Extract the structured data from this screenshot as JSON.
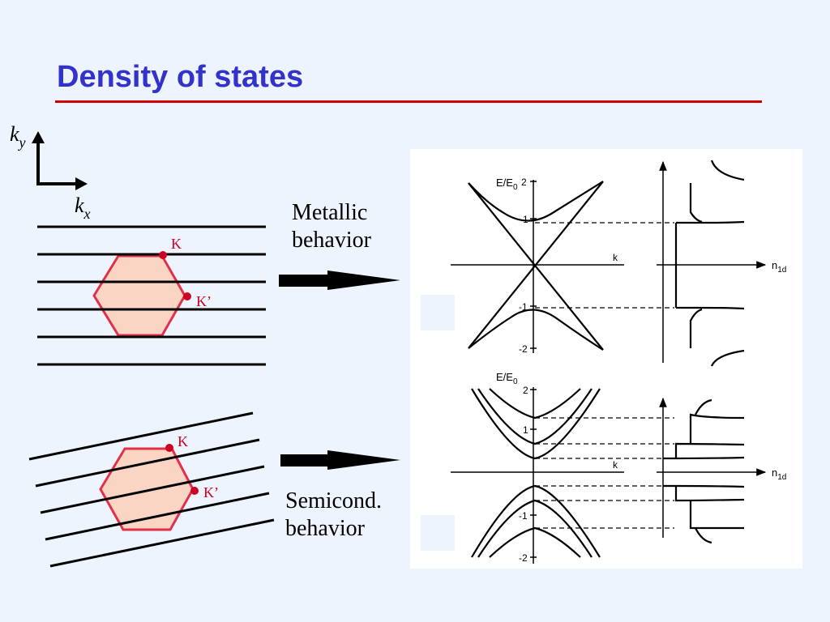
{
  "slide": {
    "title": "Density of states"
  },
  "axes": {
    "ky_base": "k",
    "ky_sub": "y",
    "kx_base": "k",
    "kx_sub": "x"
  },
  "brillouin": {
    "point_k": "K",
    "point_kprime": "K’"
  },
  "captions": {
    "metallic_line1": "Metallic",
    "metallic_line2": "behavior",
    "semi_line1": "Semicond.",
    "semi_line2": "behavior"
  },
  "plots": {
    "energy_label": "E/E",
    "energy_sub": "0",
    "k_label": "k",
    "dos_label": "n",
    "dos_sub": "1d",
    "top_ticks": [
      "2",
      "1",
      "-1",
      "-2"
    ],
    "bottom_ticks": [
      "2",
      "1",
      "-1",
      "-2"
    ]
  },
  "colors": {
    "title": "#3333cc",
    "rule": "#cc0000",
    "hexagon_fill": "#fbd5c4",
    "hexagon_stroke": "#e0304a",
    "k_point": "#cc0022"
  }
}
